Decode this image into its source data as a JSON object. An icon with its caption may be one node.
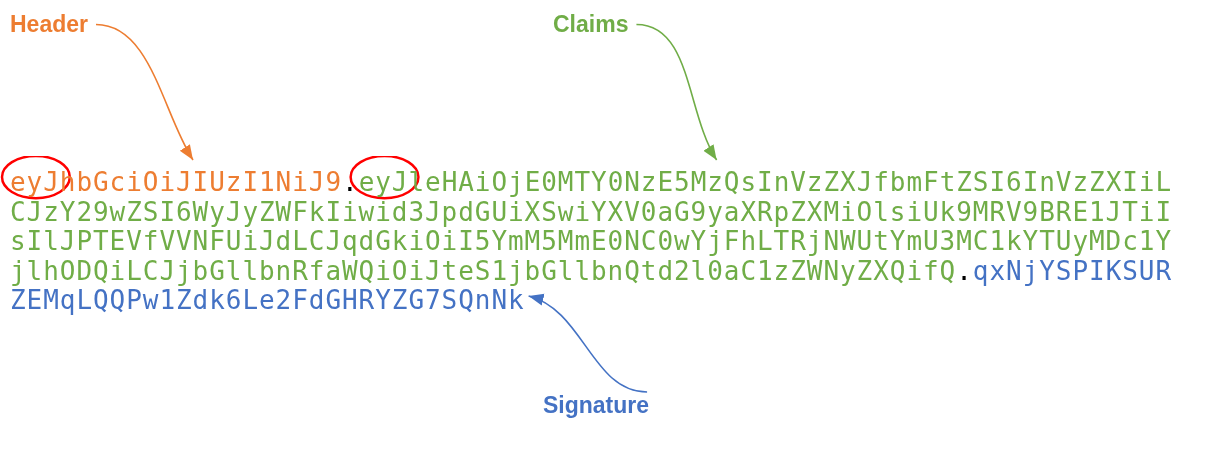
{
  "diagram": {
    "nodes": [
      {
        "text": [
          "Header"
        ]
      },
      {
        "text": [
          "Claims"
        ]
      },
      {
        "text": [
          "eyJhbGciOiJIUzI1NiJ9"
        ]
      },
      {
        "text": [
          "eyJleHAiOjE0MTY0NzE5MzQsInVzZXJfbmFtZSI6InVzZXIiLCJzY29wZSI6WyJyZWFkIiwid3JpdGUiXSwiYXV0aG9yaXRpZXMiOlsiUk9MRV9BRE1JTiIsIlJPTEVfVVNFUiJdLCJqdGkiOiI5YmM5MmE0NC0wYjFhLTRjNWUtYmU3MC1kYTUyMDc1YjlhODQiLCJjbGllbnRfaWQiOiJteS1jbGllbnQtd2l0aC1zZWNyZXQifQ"
        ]
      },
      {
        "text": [
          "qxNjYSPIKSURZEMqLQQPw1Zdk6Le2FdGHRYZG7SQnNk"
        ]
      },
      {
        "text": [
          "Signature"
        ]
      }
    ],
    "edges": [
      {
        "from": 0,
        "to": 2,
        "arrow": "to",
        "color": "#ed7d31"
      },
      {
        "from": 1,
        "to": 3,
        "arrow": "to",
        "color": "#70ad47"
      },
      {
        "from": 5,
        "to": 4,
        "arrow": "to",
        "color": "#4472c4"
      }
    ],
    "labels": [
      ".",
      "."
    ]
  }
}
